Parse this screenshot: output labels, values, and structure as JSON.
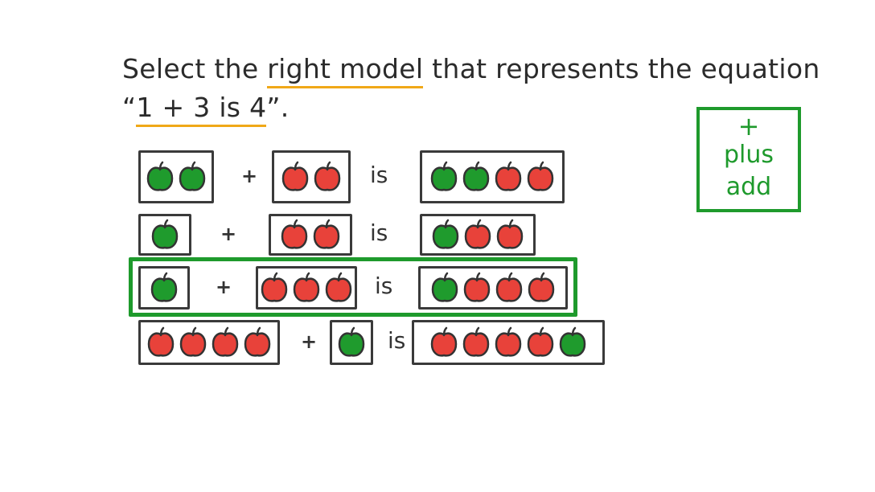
{
  "question": {
    "line1_before": "Select the ",
    "line1_highlight": "right model",
    "line1_after": " that represents the equation",
    "line2_open": "“",
    "line2_highlight": "1 + 3 is 4",
    "line2_close": "”."
  },
  "legend": {
    "symbol": "+",
    "word1": "plus",
    "word2": "add"
  },
  "operators": {
    "plus": "+",
    "is": "is"
  },
  "colors": {
    "green_apple": "#1f9b2d",
    "red_apple": "#e8423a",
    "highlight_underline": "#f0a818",
    "selection": "#1e9a2c",
    "ink": "#333333"
  },
  "models": [
    {
      "addend1": [
        "green",
        "green"
      ],
      "addend2": [
        "red",
        "red"
      ],
      "sum": [
        "green",
        "green",
        "red",
        "red"
      ],
      "selected": false
    },
    {
      "addend1": [
        "green"
      ],
      "addend2": [
        "red",
        "red"
      ],
      "sum": [
        "green",
        "red",
        "red"
      ],
      "selected": false
    },
    {
      "addend1": [
        "green"
      ],
      "addend2": [
        "red",
        "red",
        "red"
      ],
      "sum": [
        "green",
        "red",
        "red",
        "red"
      ],
      "selected": true
    },
    {
      "addend1": [
        "red",
        "red",
        "red",
        "red"
      ],
      "addend2": [
        "green"
      ],
      "sum": [
        "red",
        "red",
        "red",
        "red",
        "green"
      ],
      "selected": false
    }
  ]
}
